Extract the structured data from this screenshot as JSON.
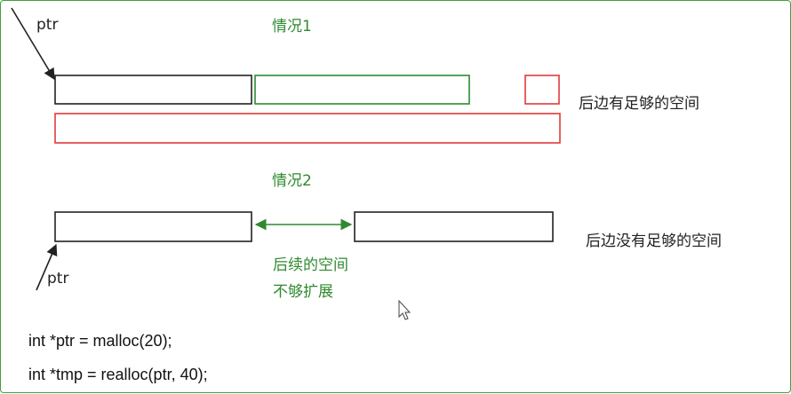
{
  "case1": {
    "title": "情况1",
    "pointer_label": "ptr",
    "side_note": "后边有足够的空间"
  },
  "case2": {
    "title": "情况2",
    "pointer_label": "ptr",
    "side_note": "后边没有足够的空间",
    "gap_note_line1": "后续的空间",
    "gap_note_line2": "不够扩展"
  },
  "code": {
    "line1": "int *ptr = malloc(20);",
    "line2": "int *tmp = realloc(ptr, 40);"
  },
  "colors": {
    "black_box": "#222222",
    "green": "#2f8a2f",
    "red": "#e23a3a",
    "frame": "#3ea23a"
  }
}
